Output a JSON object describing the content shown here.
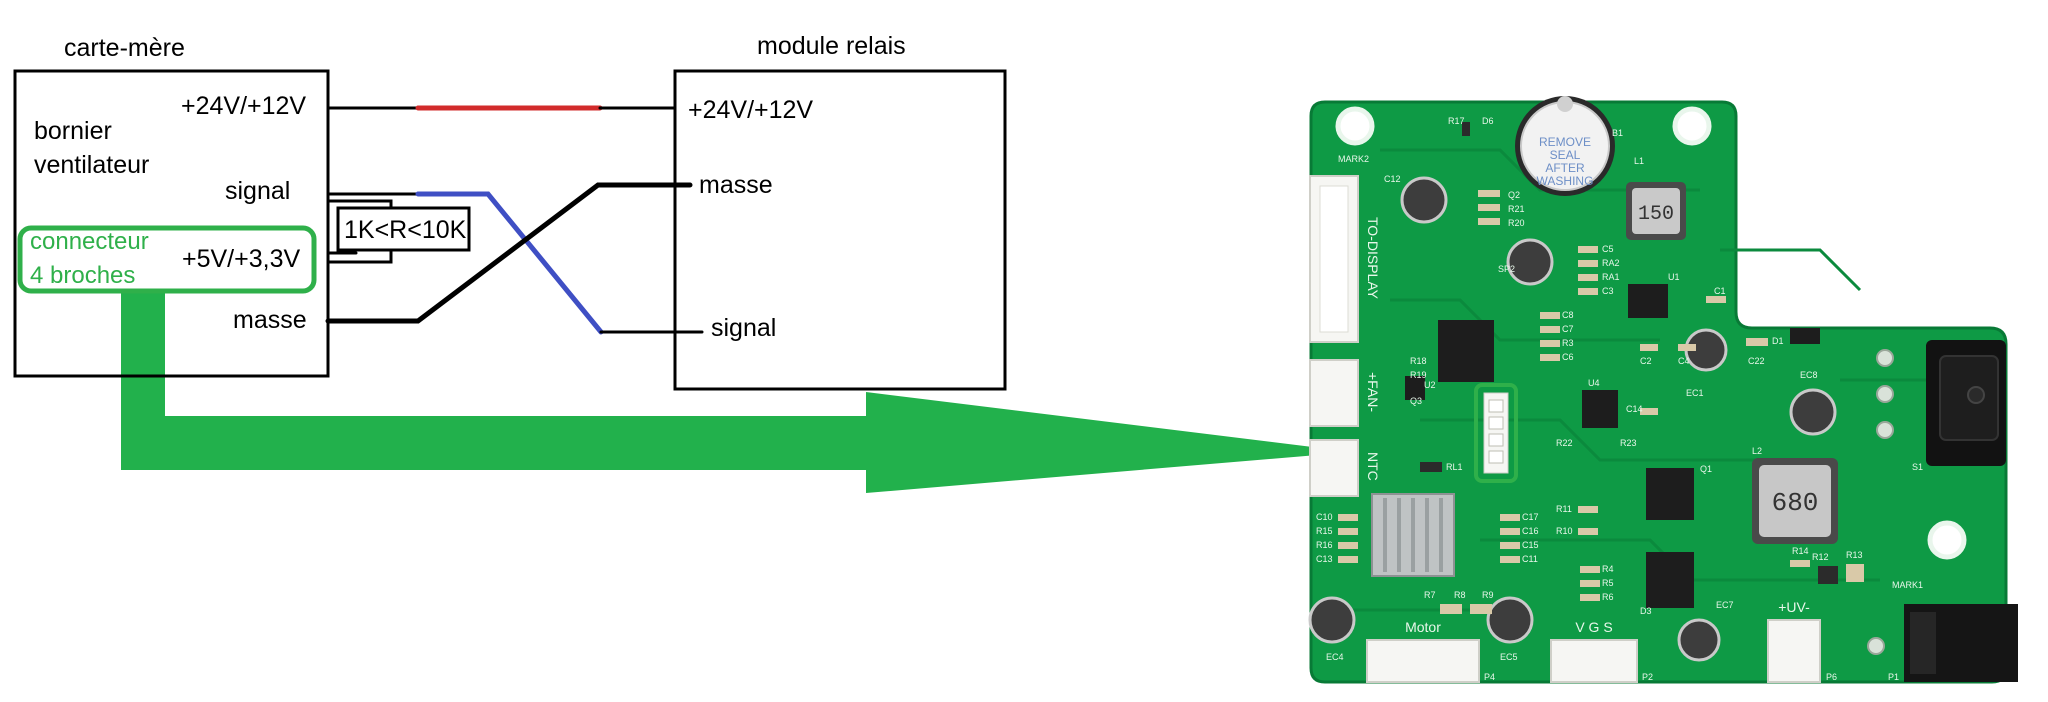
{
  "colors": {
    "green_arrow": "#22b14c",
    "green_label": "#2fb04a",
    "wire_red": "#d22b2b",
    "wire_blue": "#3f4fc4",
    "wire_black": "#000000",
    "pcb_green": "#0e9a45",
    "pcb_dark": "#087a36"
  },
  "motherboard": {
    "title": "carte-mère",
    "terminal_line1": "bornier",
    "terminal_line2": "ventilateur",
    "pin_power": "+24V/+12V",
    "pin_signal": "signal",
    "pin_logic": "+5V/+3,3V",
    "pin_ground": "masse",
    "connector_line1": "connecteur",
    "connector_line2": "4 broches"
  },
  "resistor": {
    "label": "1K<R<10K"
  },
  "relay": {
    "title": "module relais",
    "pin_power": "+24V/+12V",
    "pin_ground": "masse",
    "pin_signal": "signal"
  },
  "board_photo": {
    "buzzer_text": [
      "REMOVE",
      "SEAL",
      "AFTER",
      "WASHING"
    ],
    "inductor_small": "150",
    "inductor_large": "680",
    "header_labels": [
      "TO-DISPLAY",
      "+FAN-",
      "NTC"
    ],
    "bottom_labels": [
      "Motor",
      "V G S",
      "+UV-"
    ],
    "parts": [
      "MARK2",
      "MARK1",
      "R17",
      "D6",
      "B1",
      "L1",
      "C12",
      "Q2",
      "R21",
      "R20",
      "SP2",
      "C5",
      "RA2",
      "RA1",
      "U1",
      "C3",
      "C8",
      "C7",
      "R3",
      "C6",
      "C1",
      "C2",
      "C4",
      "C22",
      "D1",
      "EC8",
      "EC1",
      "S1",
      "U2",
      "R18",
      "R19",
      "Q3",
      "U4",
      "C14",
      "R22",
      "R23",
      "Q1",
      "L2",
      "R11",
      "R10",
      "C17",
      "C16",
      "C15",
      "C11",
      "C10",
      "R15",
      "R16",
      "C13",
      "R4",
      "R5",
      "R6",
      "D3",
      "EC7",
      "R14",
      "R12",
      "R13",
      "P1",
      "P2",
      "P4",
      "P6",
      "EC4",
      "EC5",
      "R7",
      "R8",
      "R9",
      "RL1"
    ]
  }
}
